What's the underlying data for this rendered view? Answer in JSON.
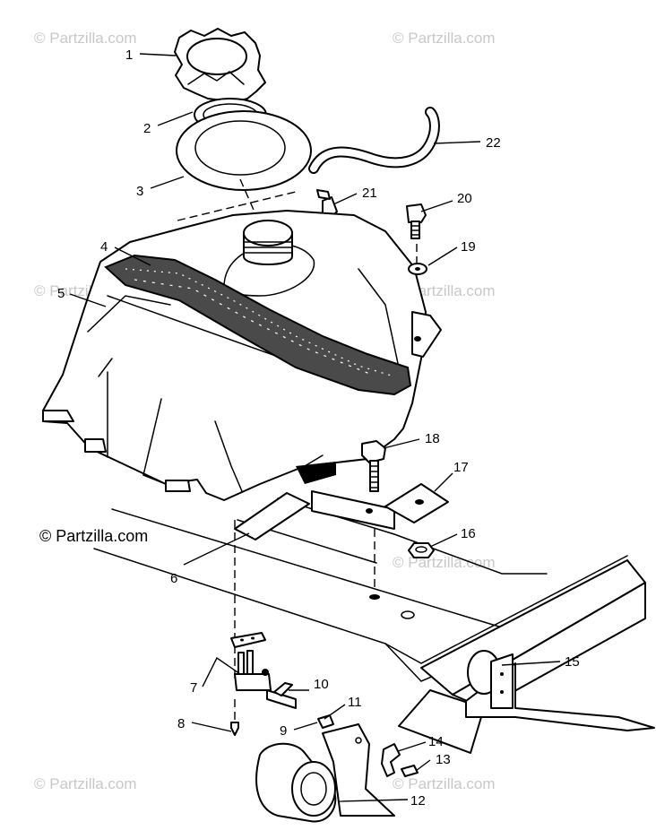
{
  "watermark": "© Partzilla.com",
  "copyright": "© Partzilla.com",
  "callouts": [
    "1",
    "2",
    "3",
    "4",
    "5",
    "6",
    "7",
    "8",
    "9",
    "10",
    "11",
    "12",
    "13",
    "14",
    "15",
    "16",
    "17",
    "18",
    "19",
    "20",
    "21",
    "22"
  ]
}
